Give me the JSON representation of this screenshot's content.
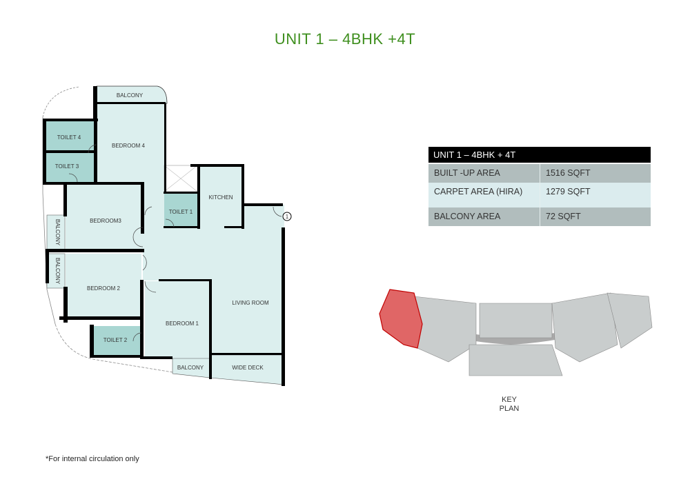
{
  "title": "UNIT 1 – 4BHK +4T",
  "rooms": {
    "balcony_top": "BALCONY",
    "bedroom4": "BEDROOM 4",
    "toilet4": "TOILET 4",
    "toilet3": "TOILET 3",
    "bedroom3": "BEDROOM3",
    "balcony_left1": "BALCONY",
    "balcony_left2": "BALCONY",
    "bedroom2": "BEDROOM 2",
    "toilet2": "TOILET 2",
    "toilet1": "TOILET 1",
    "kitchen": "KITCHEN",
    "living_room": "LIVING ROOM",
    "bedroom1": "BEDROOM 1",
    "balcony_bottom": "BALCONY",
    "wide_deck": "WIDE DECK",
    "entry_marker": "1"
  },
  "area_table": {
    "header": "UNIT 1 – 4BHK + 4T",
    "rows": [
      {
        "label": "BUILT -UP AREA",
        "value": "1516 SQFT"
      },
      {
        "label": "CARPET AREA (HIRA)",
        "value": "1279 SQFT"
      },
      {
        "label": "BALCONY AREA",
        "value": "72 SQFT"
      }
    ]
  },
  "key_plan": {
    "line1": "KEY",
    "line2": "PLAN",
    "highlight_color": "#e06666"
  },
  "footnote": "*For internal circulation only",
  "colors": {
    "title": "#3f8f1f",
    "room": "#dcefee",
    "toilet": "#a9d6d2",
    "wall": "#000000"
  }
}
